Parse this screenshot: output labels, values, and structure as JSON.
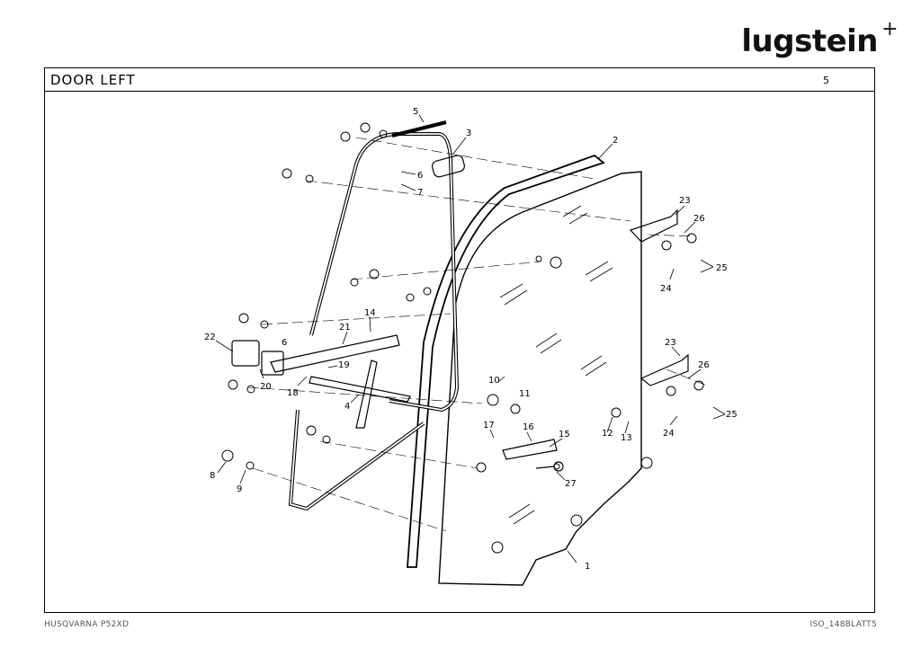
{
  "brand": {
    "logo_text": "lugstein"
  },
  "header": {
    "title": "DOOR  LEFT",
    "page_number": "5"
  },
  "footer": {
    "model": "HUSQVARNA  P52XD",
    "sheet": "ISO_148BLATT5"
  },
  "callouts": [
    "1",
    "2",
    "3",
    "4",
    "5",
    "6",
    "6",
    "7",
    "8",
    "9",
    "10",
    "11",
    "12",
    "13",
    "14",
    "15",
    "16",
    "17",
    "18",
    "19",
    "20",
    "21",
    "22",
    "23",
    "23",
    "24",
    "24",
    "25",
    "25",
    "26",
    "26",
    "27"
  ]
}
